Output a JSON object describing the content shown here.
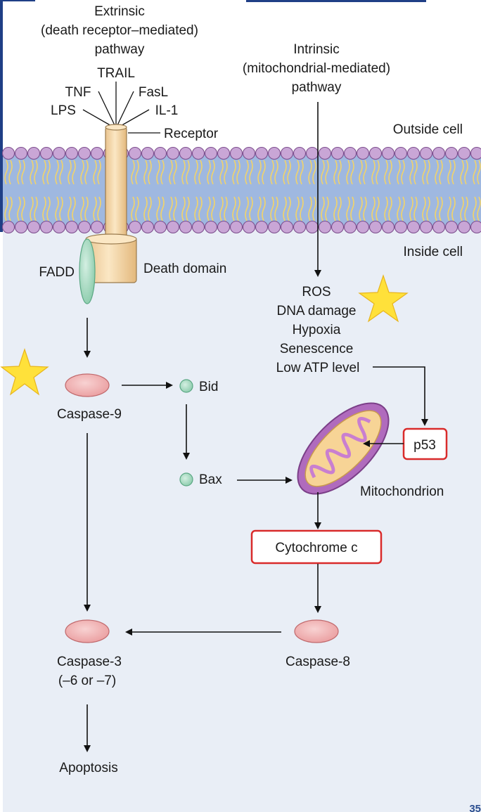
{
  "diagram": {
    "extrinsic_title": [
      "Extrinsic",
      "(death receptor–mediated)",
      "pathway"
    ],
    "intrinsic_title": [
      "Intrinsic",
      "(mitochondrial-mediated)",
      "pathway"
    ],
    "ligands": {
      "trail": "TRAIL",
      "tnf": "TNF",
      "fasl": "FasL",
      "lps": "LPS",
      "il1": "IL-1"
    },
    "receptor": "Receptor",
    "outside_cell": "Outside cell",
    "inside_cell": "Inside cell",
    "fadd": "FADD",
    "death_domain": "Death domain",
    "stressors": [
      "ROS",
      "DNA damage",
      "Hypoxia",
      "Senescence",
      "Low ATP level"
    ],
    "caspase9": "Caspase-9",
    "bid": "Bid",
    "bax": "Bax",
    "p53": "p53",
    "mitochondrion": "Mitochondrion",
    "cytochrome_c": "Cytochrome c",
    "caspase3": [
      "Caspase-3",
      "(–6 or –7)"
    ],
    "caspase8": "Caspase-8",
    "apoptosis": "Apoptosis",
    "page_number": "35"
  },
  "colors": {
    "cell_background": "#e9eef6",
    "membrane_core": "#9fb8e0",
    "lipid_head": "#c9a6d6",
    "lipid_tail": "#f1d36b",
    "caspase_fill": "#f2b3b3",
    "bid_bax_fill": "#a8d8c0",
    "fadd_fill": "#9fd6bf",
    "receptor_fill": "#f8ddb0",
    "highlight_box": "#d92b2b",
    "star": "#ffe13a",
    "mito_outer": "#9b54a8",
    "mito_inner": "#f4c97a",
    "frame_accent": "#1f3f86"
  },
  "icons": [
    "star-icon",
    "mitochondrion-icon",
    "receptor-icon"
  ]
}
